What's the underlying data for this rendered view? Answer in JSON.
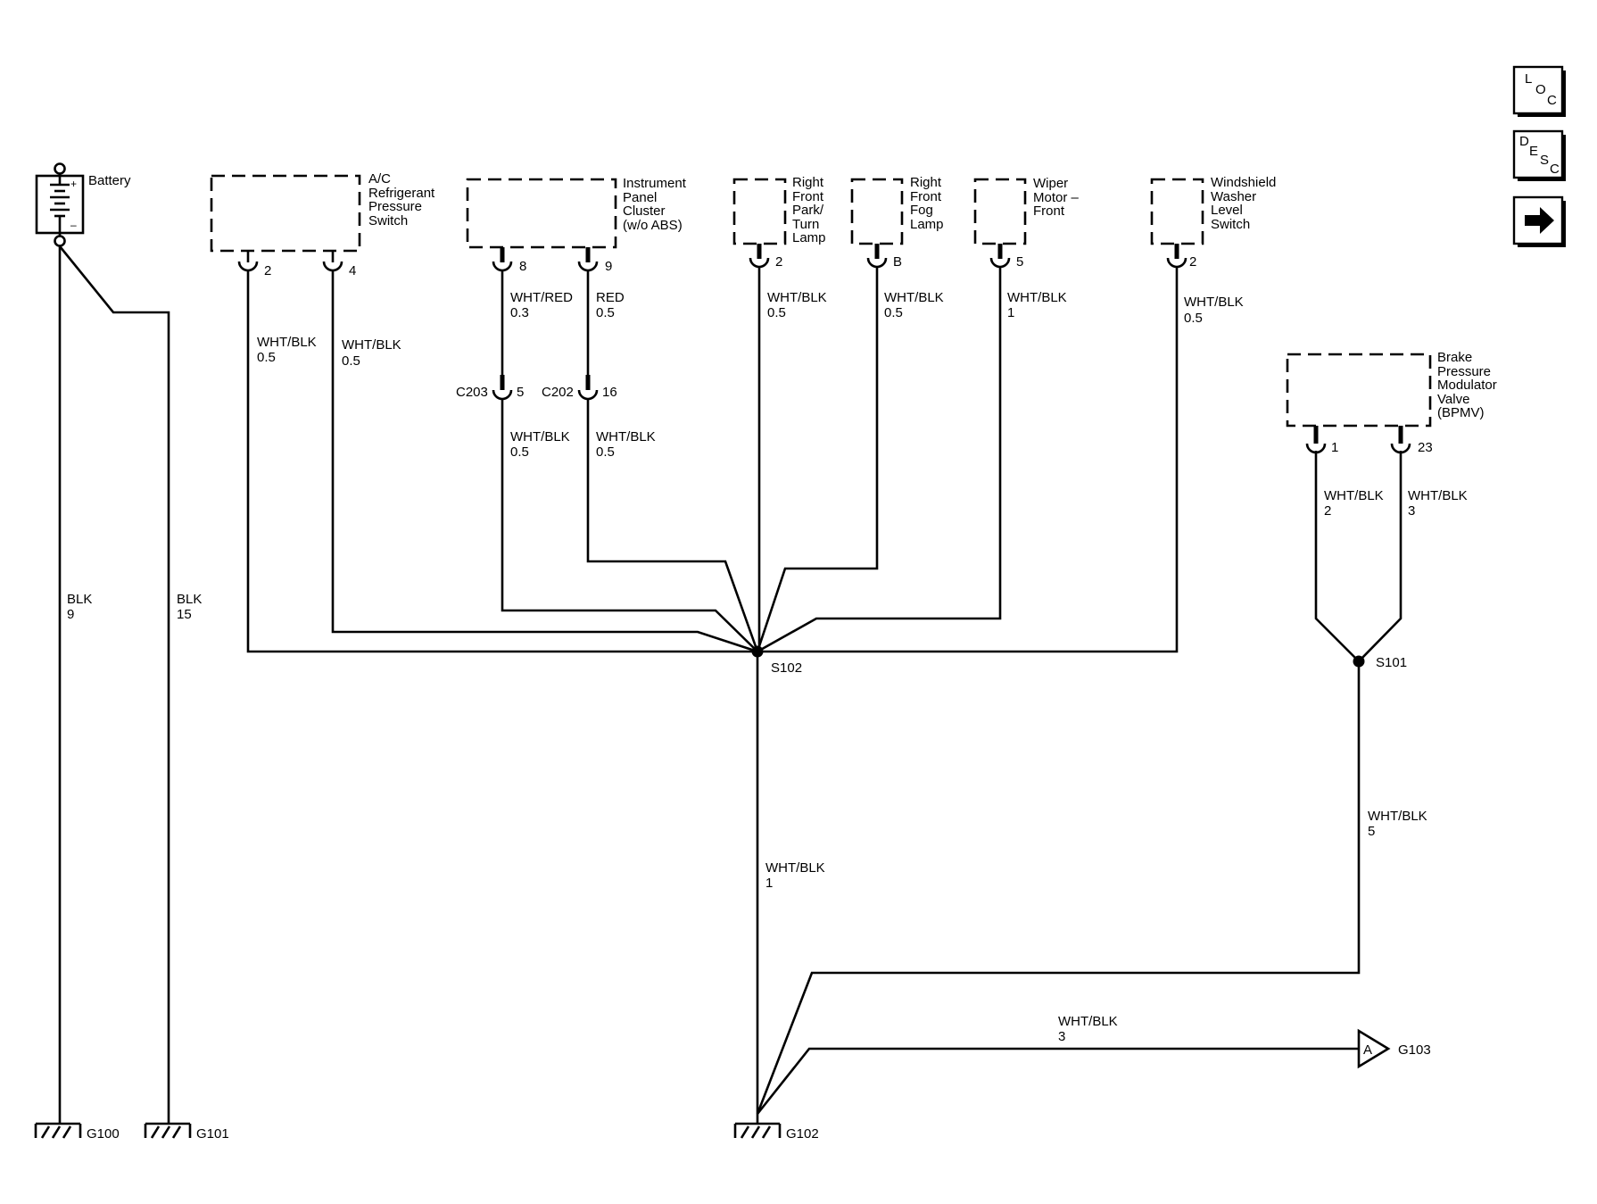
{
  "nav": {
    "loc": [
      "L",
      "O",
      "C"
    ],
    "desc": [
      "D",
      "E",
      "S",
      "C"
    ],
    "next": "right-arrow-icon"
  },
  "components": {
    "battery": "Battery",
    "ac_switch": [
      "A/C",
      "Refrigerant",
      "Pressure",
      "Switch"
    ],
    "ipc": [
      "Instrument",
      "Panel",
      "Cluster",
      "(w/o ABS)"
    ],
    "rf_park": [
      "Right",
      "Front",
      "Park/",
      "Turn",
      "Lamp"
    ],
    "rf_fog": [
      "Right",
      "Front",
      "Fog",
      "Lamp"
    ],
    "wiper": [
      "Wiper",
      "Motor –",
      "Front"
    ],
    "washer": [
      "Windshield",
      "Washer",
      "Level",
      "Switch"
    ],
    "bpmv": [
      "Brake",
      "Pressure",
      "Modulator",
      "Valve",
      "(BPMV)"
    ]
  },
  "pins": {
    "ac_2": "2",
    "ac_4": "4",
    "ipc_8": "8",
    "ipc_9": "9",
    "park_2": "2",
    "fog_b": "B",
    "wiper_5": "5",
    "washer_2": "2",
    "bpmv_1": "1",
    "bpmv_23": "23"
  },
  "connectors": {
    "c203": "C203",
    "c203_pin": "5",
    "c202": "C202",
    "c202_pin": "16"
  },
  "wires": {
    "batt_9": [
      "BLK",
      "9"
    ],
    "batt_15": [
      "BLK",
      "15"
    ],
    "ac_2": [
      "WHT/BLK",
      "0.5"
    ],
    "ac_4": [
      "WHT/BLK",
      "0.5"
    ],
    "ipc_8": [
      "WHT/RED",
      "0.3"
    ],
    "ipc_9": [
      "RED",
      "0.5"
    ],
    "c203": [
      "WHT/BLK",
      "0.5"
    ],
    "c202": [
      "WHT/BLK",
      "0.5"
    ],
    "park": [
      "WHT/BLK",
      "0.5"
    ],
    "fog": [
      "WHT/BLK",
      "0.5"
    ],
    "wiper": [
      "WHT/BLK",
      "1"
    ],
    "washer": [
      "WHT/BLK",
      "0.5"
    ],
    "bpmv_1": [
      "WHT/BLK",
      "2"
    ],
    "bpmv_23": [
      "WHT/BLK",
      "3"
    ],
    "s102_g102": [
      "WHT/BLK",
      "1"
    ],
    "s101_g102": [
      "WHT/BLK",
      "5"
    ],
    "g103": [
      "WHT/BLK",
      "3"
    ]
  },
  "splices": {
    "s102": "S102",
    "s101": "S101"
  },
  "grounds": {
    "g100": "G100",
    "g101": "G101",
    "g102": "G102",
    "g103": "G103"
  },
  "offpage": {
    "a": "A"
  },
  "battery_terminals": {
    "pos": "+",
    "neg": "–"
  }
}
